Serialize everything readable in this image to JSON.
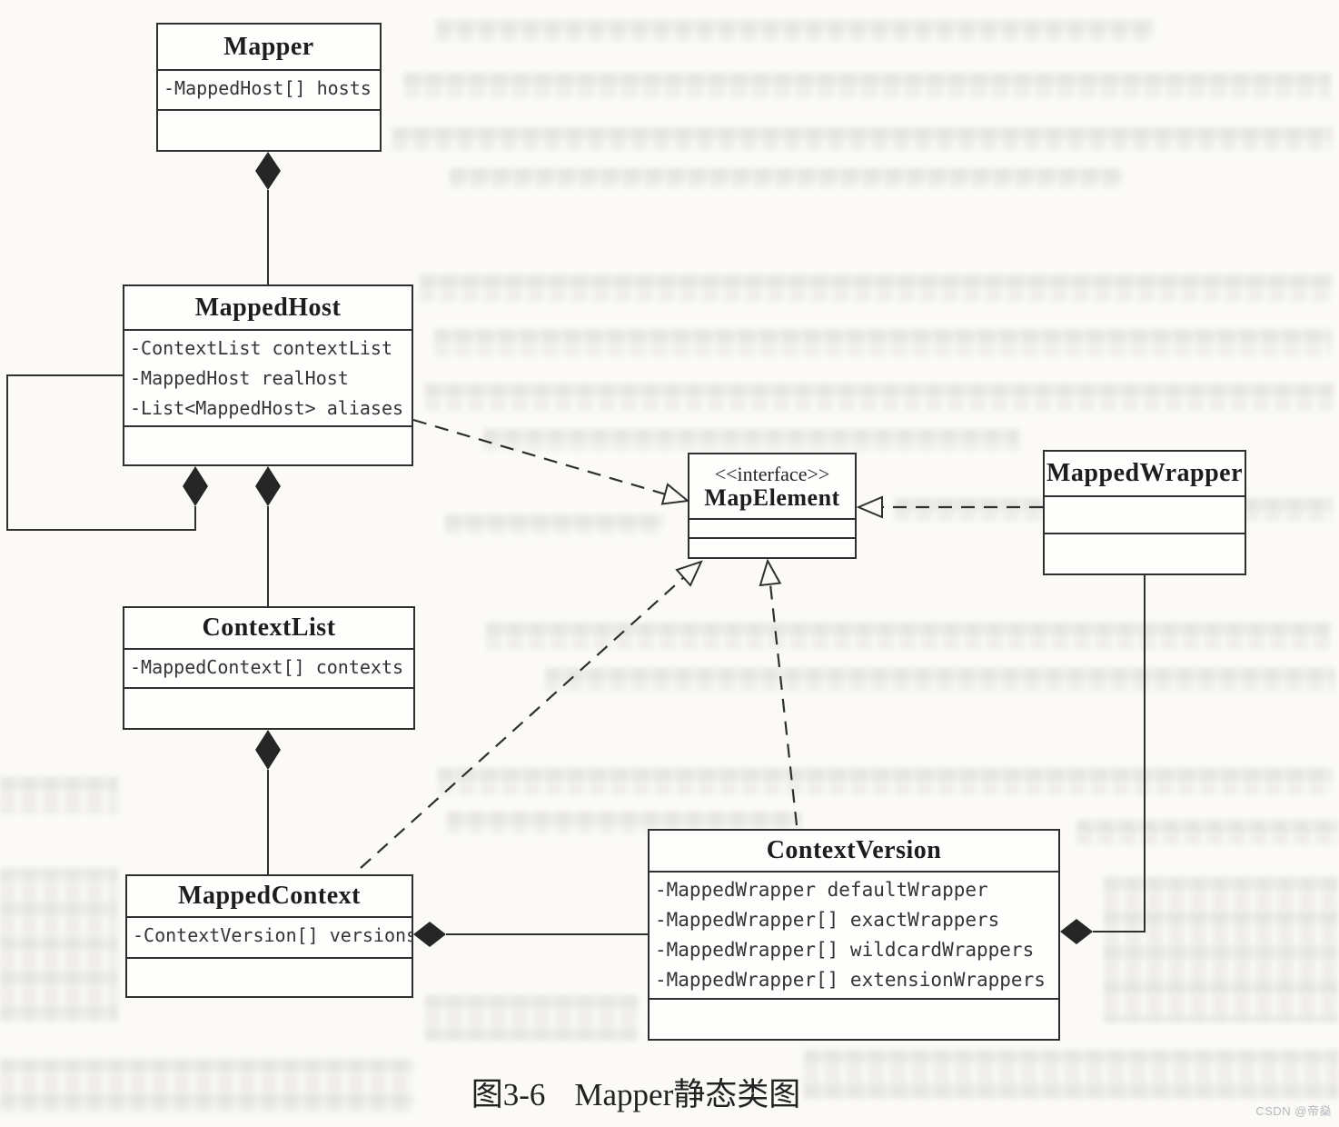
{
  "page": {
    "caption": {
      "figure_label": "图3-6",
      "title": "Mapper静态类图"
    },
    "watermark": "CSDN @帝燊"
  },
  "classes": {
    "mapper": {
      "name": "Mapper",
      "attributes": [
        "-MappedHost[] hosts"
      ]
    },
    "mapped_host": {
      "name": "MappedHost",
      "attributes": [
        "-ContextList contextList",
        "-MappedHost realHost",
        "-List<MappedHost> aliases"
      ]
    },
    "context_list": {
      "name": "ContextList",
      "attributes": [
        "-MappedContext[] contexts"
      ]
    },
    "mapped_context": {
      "name": "MappedContext",
      "attributes": [
        "-ContextVersion[] versions"
      ]
    },
    "map_element": {
      "stereotype": "<<interface>>",
      "name": "MapElement",
      "attributes": []
    },
    "mapped_wrapper": {
      "name": "MappedWrapper",
      "attributes": []
    },
    "context_version": {
      "name": "ContextVersion",
      "attributes": [
        "-MappedWrapper defaultWrapper",
        "-MappedWrapper[] exactWrappers",
        "-MappedWrapper[] wildcardWrappers",
        "-MappedWrapper[] extensionWrappers"
      ]
    }
  },
  "relations": [
    {
      "type": "composition",
      "from": "Mapper",
      "to": "MappedHost"
    },
    {
      "type": "composition",
      "from": "MappedHost",
      "to": "MappedHost"
    },
    {
      "type": "composition",
      "from": "MappedHost",
      "to": "ContextList"
    },
    {
      "type": "composition",
      "from": "ContextList",
      "to": "MappedContext"
    },
    {
      "type": "composition",
      "from": "MappedContext",
      "to": "ContextVersion"
    },
    {
      "type": "composition",
      "from": "ContextVersion",
      "to": "MappedWrapper"
    },
    {
      "type": "realization",
      "from": "MappedHost",
      "to": "MapElement"
    },
    {
      "type": "realization",
      "from": "MappedContext",
      "to": "MapElement"
    },
    {
      "type": "realization",
      "from": "ContextVersion",
      "to": "MapElement"
    },
    {
      "type": "realization",
      "from": "MappedWrapper",
      "to": "MapElement"
    }
  ],
  "colors": {
    "ink": "#2f2f2f",
    "paper": "#fbfaf7",
    "diamond_fill": "#262626",
    "watermark": "#b4b8bc"
  }
}
